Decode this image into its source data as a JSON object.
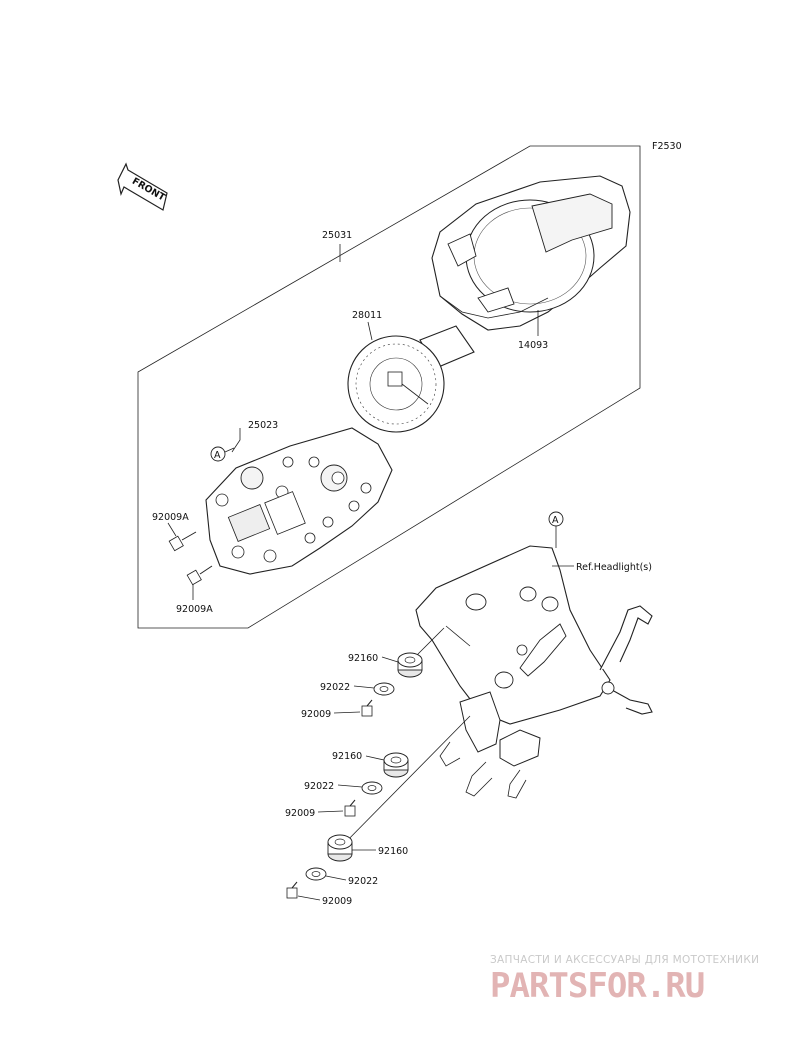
{
  "figure_code": "F2530",
  "front_label": "FRONT",
  "callouts": {
    "meter_assy": "25031",
    "meter_cover": "14093",
    "speedometer_panel": "28011",
    "meter_case": "25023",
    "screw_upper": "92009A",
    "screw_lower": "92009A",
    "ref_a_upper": "A",
    "ref_a_lower": "A",
    "ref_headlight": "Ref.Headlight(s)",
    "damper_1": "92160",
    "washer_1": "92022",
    "screw_1": "92009",
    "damper_2": "92160",
    "washer_2": "92022",
    "screw_2": "92009",
    "damper_3": "92160",
    "washer_3": "92022",
    "screw_3": "92009"
  },
  "watermark": {
    "tagline": "ЗАПЧАСТИ И АКСЕССУАРЫ ДЛЯ МОТОТЕХНИКИ",
    "logo": "PARTSFOR.RU"
  }
}
